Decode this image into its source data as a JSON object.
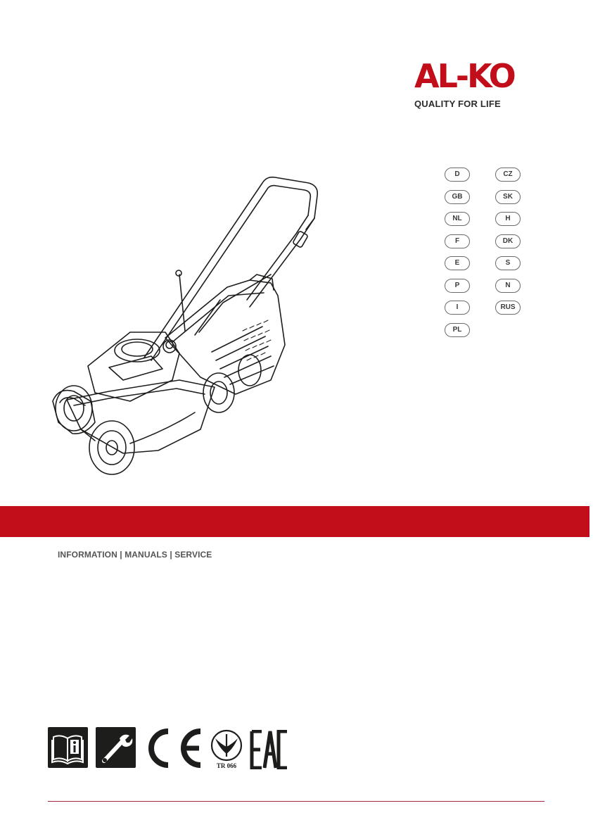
{
  "brand": {
    "logo_text": "AL-KO",
    "tagline": "QUALITY FOR LIFE",
    "color": "#c20e1a"
  },
  "languages": {
    "column1": [
      "D",
      "GB",
      "NL",
      "F",
      "E",
      "P",
      "I",
      "PL"
    ],
    "column2": [
      "CZ",
      "SK",
      "H",
      "DK",
      "S",
      "N",
      "RUS"
    ]
  },
  "band_color": "#c20e1a",
  "info_line": "INFORMATION | MANUALS | SERVICE",
  "certifications": {
    "icons": [
      "manual-info-icon",
      "wrench-tool-icon",
      "ce-mark-icon",
      "ua-tr-mark-icon",
      "eac-mark-icon"
    ],
    "ua_mark_label": "TR 066"
  }
}
